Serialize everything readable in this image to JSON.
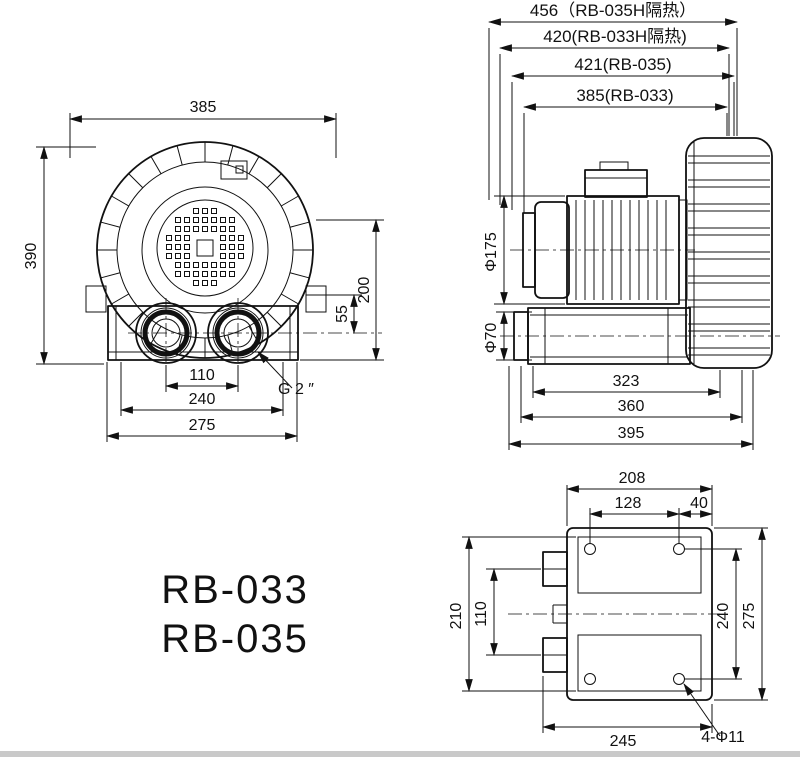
{
  "drawing": {
    "models": [
      "RB-033",
      "RB-035"
    ],
    "top_dims": {
      "d456": "456（RB-035H隔热）",
      "d420": "420(RB-033H隔热)",
      "d421": "421(RB-035)",
      "d385": "385(RB-033)"
    },
    "front": {
      "width": "385",
      "height": "390",
      "h55": "55",
      "h200": "200",
      "w110": "110",
      "w240": "240",
      "w275": "275",
      "thread": "G 2 ″"
    },
    "side": {
      "dia175": "Φ175",
      "dia70": "Φ70",
      "w323": "323",
      "w360": "360",
      "w395": "395"
    },
    "bottom": {
      "w208": "208",
      "w128": "128",
      "w40": "40",
      "h210": "210",
      "h110": "110",
      "h240": "240",
      "h275": "275",
      "w245": "245",
      "holes": "4-Φ11"
    }
  }
}
